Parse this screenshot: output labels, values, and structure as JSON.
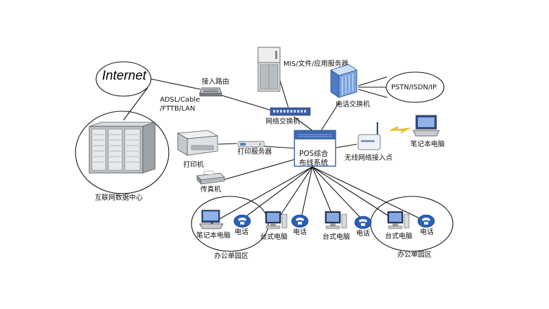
{
  "diagram": {
    "internet": "Internet",
    "access_router": "接入路由",
    "adsl_line1": "ADSL/Cable",
    "adsl_line2": "/FTTB/LAN",
    "app_server": "MIS/文件/应用服务器",
    "network_switch": "网络交换机",
    "phone_switch": "电话交换机",
    "pstn": "PSTN/ISDN/IP",
    "data_center": "互联网数据中心",
    "printer": "打印机",
    "print_server": "打印服务器",
    "fax": "传真机",
    "pos_line1": "POS综合",
    "pos_line2": "布线系统",
    "wireless_ap": "无线网络接入点",
    "laptop_remote": "笔记本电脑",
    "office_left": {
      "zone": "办公单园区",
      "laptop": "笔记本电脑",
      "phone1": "电话",
      "desktop1": "台式电脑",
      "phone2": "电话"
    },
    "office_middle": {
      "desktop": "台式电脑",
      "phone": "电话"
    },
    "office_right": {
      "zone": "办公单园区",
      "desktop": "台式电脑",
      "phone": "电话"
    }
  },
  "icons": [
    "globe-cloud-icon",
    "router-icon",
    "server-rack-icon",
    "switch-icon",
    "phone-exchange-icon",
    "datacenter-icon",
    "printer-icon",
    "print-server-icon",
    "fax-icon",
    "pos-hub-icon",
    "wireless-ap-icon",
    "laptop-icon",
    "desktop-icon",
    "phone-icon",
    "wireless-signal-icon"
  ],
  "colors": {
    "line": "#111111",
    "accent": "#1d4f9c",
    "hub": "#3f66b3"
  }
}
